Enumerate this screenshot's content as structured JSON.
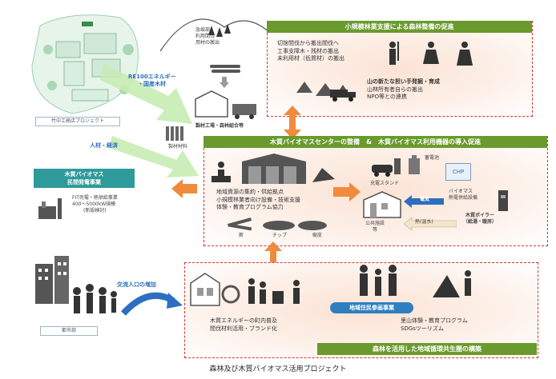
{
  "caption": "森林及び木質バイオマス活用プロジェクト",
  "left_top": {
    "project_label": "竹中工務店プロジェクト",
    "re100_label_line1": "RE100エネルギー",
    "re100_label_line2": "・国産木材",
    "hr_label": "人材・経済"
  },
  "biomass_power": {
    "title_line1": "木質バイオマス",
    "title_line2": "民間発電事業",
    "desc_line1": "FIT売電・熱供給事業",
    "desc_line2": "400〜5000kW規模",
    "desc_line3": "(新設検討)"
  },
  "city": {
    "label": "都市部",
    "exchange_label": "交流人口の増加"
  },
  "forest": {
    "slope_line1": "急峻部",
    "slope_line2": "利用間伐",
    "slope_line3": "用材の搬出",
    "sawmill_label": "製材工場・森林組合等",
    "material_label": "製材材料"
  },
  "top_box": {
    "header": "小規模林業支援による森林整備の促進",
    "line1": "切捨間伐から搬出間伐へ",
    "line2": "工事支障木・残材の搬出",
    "line3": "未利用材（低質材）の搬出",
    "bold_line": "山の新たな担い手発掘・育成",
    "line4": "山林所有者自らの搬出",
    "line5": "NPO等との連携"
  },
  "mid_box": {
    "header": "木質バイオマスセンターの整備　&　木質バイオマス利用機器の導入促進",
    "line1": "地域資源の集約・供給拠点",
    "line2": "小規模林業者向け設備・技術支援",
    "line3": "体験・教育プログラム協力",
    "chip1": "薪",
    "chip2": "チップ",
    "chip3": "樹皮",
    "public_facility_line1": "公共施設",
    "public_facility_line2": "等",
    "charger_label": "充電スタンド",
    "storage_label": "蓄電池",
    "chp_label": "CHP",
    "biomass_cogen_line1": "バイオマス",
    "biomass_cogen_line2": "熱電併給設備",
    "electricity_label": "電気",
    "heat_label": "熱(温水)",
    "boiler_line1": "木質ボイラー",
    "boiler_line2": "（給湯・暖房）"
  },
  "bottom_box": {
    "line1": "木質エネルギーの町内普及",
    "line2": "間伐材利活用・ブランド化",
    "resident_badge": "地域住民参画事業",
    "line3": "里山体験・教育プログラム",
    "line4": "SDGsツーリズム",
    "footer": "森林を活用した地域循環共生圏の構築"
  },
  "colors": {
    "header_green": "#6a9a2e",
    "arrow_orange": "#f08a3c",
    "arrow_green": "#c6ecb4",
    "dashed_red": "#d9322a",
    "teal": "#2f9a9a"
  }
}
